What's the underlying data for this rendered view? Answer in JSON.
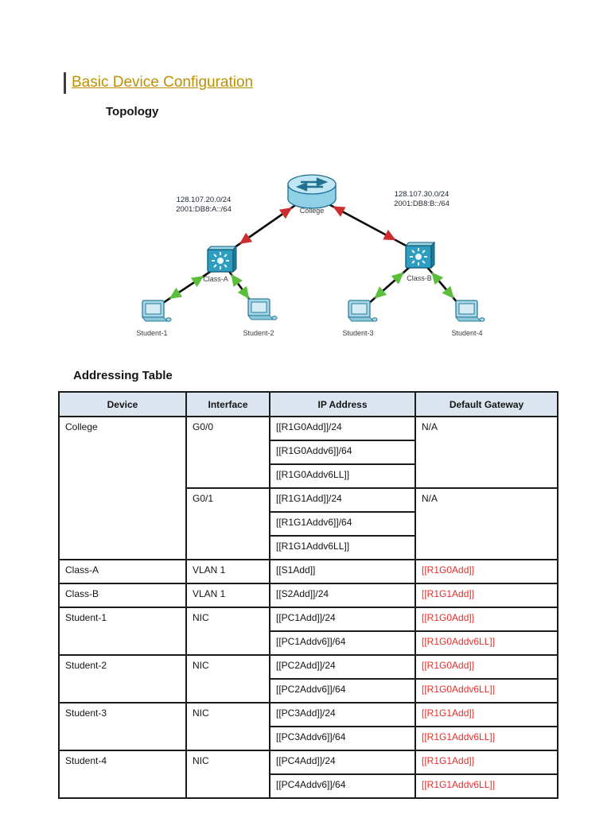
{
  "document": {
    "title": "Basic Device Configuration",
    "topology_heading": "Topology",
    "addressing_heading": "Addressing Table"
  },
  "colors": {
    "title_gold": "#BF9000",
    "gateway_red": "#E72E2A",
    "table_header_bg": "#DCE6F1",
    "link_up_green": "#5CBF3C",
    "link_down_red": "#CC2E2E"
  },
  "topology": {
    "router": "College",
    "switch_a": "Class-A",
    "switch_b": "Class-B",
    "pc1": "Student-1",
    "pc2": "Student-2",
    "pc3": "Student-3",
    "pc4": "Student-4",
    "network_left_line1": "128.107.20.0/24",
    "network_left_line2": "2001:DB8:A::/64",
    "network_right_line1": "128.107.30.0/24",
    "network_right_line2": "2001:DB8:B::/64"
  },
  "table": {
    "headers": [
      "Device",
      "Interface",
      "IP Address",
      "Default Gateway"
    ],
    "college": {
      "device": "College",
      "g0": {
        "interface": "G0/0",
        "ip1": "[[R1G0Add]]/24",
        "ip2": "[[R1G0Addv6]]/64",
        "ip3": "[[R1G0Addv6LL]]",
        "gateway": "N/A"
      },
      "g1": {
        "interface": "G0/1",
        "ip1": "[[R1G1Add]]/24",
        "ip2": "[[R1G1Addv6]]/64",
        "ip3": "[[R1G1Addv6LL]]",
        "gateway": "N/A"
      }
    },
    "class_a": {
      "device": "Class-A",
      "interface": "VLAN 1",
      "ip": "[[S1Add]]",
      "gateway": "[[R1G0Add]]"
    },
    "class_b": {
      "device": "Class-B",
      "interface": "VLAN 1",
      "ip": "[[S2Add]]/24",
      "gateway": "[[R1G1Add]]"
    },
    "student1": {
      "device": "Student-1",
      "interface": "NIC",
      "ip1": "[[PC1Add]]/24",
      "gw1": "[[R1G0Add]]",
      "ip2": "[[PC1Addv6]]/64",
      "gw2": "[[R1G0Addv6LL]]"
    },
    "student2": {
      "device": "Student-2",
      "interface": "NIC",
      "ip1": "[[PC2Add]]/24",
      "gw1": "[[R1G0Add]]",
      "ip2": "[[PC2Addv6]]/64",
      "gw2": "[[R1G0Addv6LL]]"
    },
    "student3": {
      "device": "Student-3",
      "interface": "NIC",
      "ip1": "[[PC3Add]]/24",
      "gw1": "[[R1G1Add]]",
      "ip2": "[[PC3Addv6]]/64",
      "gw2": "[[R1G1Addv6LL]]"
    },
    "student4": {
      "device": "Student-4",
      "interface": "NIC",
      "ip1": "[[PC4Add]]/24",
      "gw1": "[[R1G1Add]]",
      "ip2": "[[PC4Addv6]]/64",
      "gw2": "[[R1G1Addv6LL]]"
    }
  }
}
